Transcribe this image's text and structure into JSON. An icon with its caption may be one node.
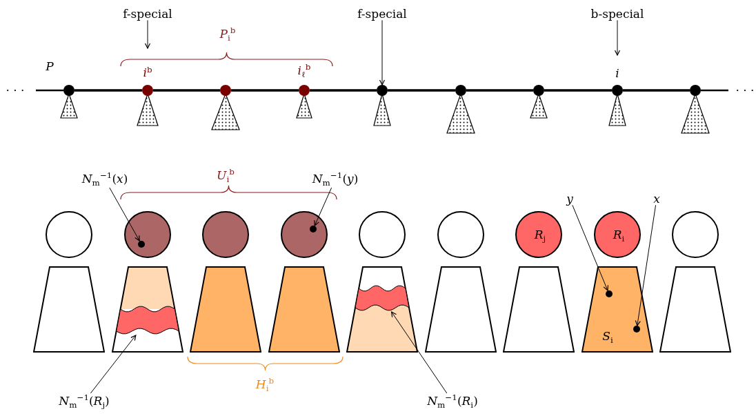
{
  "diagram": {
    "nodes": [
      {
        "text": [],
        "shape": "circle"
      },
      {
        "text": [],
        "shape": "circle",
        "beside": [
          "*i*$^{b}$"
        ]
      },
      {
        "text": [],
        "shape": "circle"
      },
      {
        "text": [],
        "shape": "circle",
        "beside": [
          "*i*$_{ℓ}$$^{b}$"
        ]
      },
      {
        "text": [],
        "shape": "circle"
      },
      {
        "text": [],
        "shape": "circle"
      },
      {
        "text": [],
        "shape": "circle"
      },
      {
        "text": [],
        "shape": "circle",
        "beside": [
          "i"
        ]
      },
      {
        "text": [],
        "shape": "circle"
      },
      {
        "text": [
          "f-special"
        ]
      },
      {
        "text": [
          "f-special"
        ]
      },
      {
        "text": [
          "b-special"
        ]
      },
      {
        "text": [],
        "shape": "circle"
      },
      {
        "text": [],
        "shape": "circle"
      },
      {
        "text": [],
        "shape": "circle"
      },
      {
        "text": [],
        "shape": "circle"
      },
      {
        "text": [],
        "shape": "circle"
      },
      {
        "text": [],
        "shape": "circle"
      },
      {
        "text": [
          "*R*$_{j}$"
        ]
      },
      {
        "text": [
          "*R*$_{i}$"
        ]
      },
      {
        "text": [],
        "shape": "circle"
      },
      {
        "text": [],
        "shape": "trapezoid"
      },
      {
        "text": [],
        "shape": "trapezoid"
      },
      {
        "text": [],
        "shape": "trapezoid"
      },
      {
        "text": [],
        "shape": "trapezoid"
      },
      {
        "text": [],
        "shape": "trapezoid"
      },
      {
        "text": [],
        "shape": "trapezoid"
      },
      {
        "text": [],
        "shape": "trapezoid"
      },
      {
        "text": [
          "*S*$_{i}$"
        ]
      },
      {
        "text": [],
        "shape": "trapezoid"
      },
      {
        "text": [],
        "shape": "circle",
        "in": 13
      },
      {
        "text": [],
        "shape": "circle",
        "in": 15
      },
      {
        "text": [],
        "shape": "band",
        "in": 22
      },
      {
        "text": [],
        "shape": "band",
        "in": 25
      },
      {
        "text": [],
        "shape": "circle",
        "in": 28
      },
      {
        "text": [],
        "shape": "circle",
        "in": 28
      },
      {
        "text": [
          "*N*$_{m}$$^{−1}$(*x*)"
        ]
      },
      {
        "text": [
          "*N*$_{m}$$^{−1}$(*y*)"
        ]
      },
      {
        "text": [
          "y"
        ]
      },
      {
        "text": [
          "x"
        ]
      },
      {
        "text": [
          "*N*$_{m}$$^{−1}$(*R*$_{j}$)"
        ]
      },
      {
        "text": [
          "*N*$_{m}$$^{−1}$(*R*$_{i}$)"
        ]
      }
    ],
    "edges": [
      {
        "from": 0,
        "to": 1,
        "arrow": "none",
        "style": "thick"
      },
      {
        "from": 1,
        "to": 2,
        "arrow": "none",
        "style": "thick"
      },
      {
        "from": 2,
        "to": 3,
        "arrow": "none",
        "style": "thick"
      },
      {
        "from": 3,
        "to": 4,
        "arrow": "none",
        "style": "thick"
      },
      {
        "from": 4,
        "to": 5,
        "arrow": "none",
        "style": "thick"
      },
      {
        "from": 5,
        "to": 6,
        "arrow": "none",
        "style": "thick"
      },
      {
        "from": 6,
        "to": 7,
        "arrow": "none",
        "style": "thick"
      },
      {
        "from": 7,
        "to": 8,
        "arrow": "none",
        "style": "thick"
      },
      {
        "from": 9,
        "to": 1,
        "arrow": "to"
      },
      {
        "from": 10,
        "to": 4,
        "arrow": "to"
      },
      {
        "from": 11,
        "to": 7,
        "arrow": "to"
      },
      {
        "from": 36,
        "to": 30,
        "arrow": "to"
      },
      {
        "from": 37,
        "to": 31,
        "arrow": "to"
      },
      {
        "from": 38,
        "to": 34,
        "arrow": "to"
      },
      {
        "from": 39,
        "to": 35,
        "arrow": "to"
      },
      {
        "from": 40,
        "to": 32,
        "arrow": "to"
      },
      {
        "from": 41,
        "to": 33,
        "arrow": "to"
      }
    ],
    "labels": [
      "P",
      "· · ·",
      "· · ·",
      "*P*$_{i}$$^{b}$",
      "*U*$_{i}$$^{b}$",
      "*H*$_{i}$$^{b}$"
    ]
  }
}
